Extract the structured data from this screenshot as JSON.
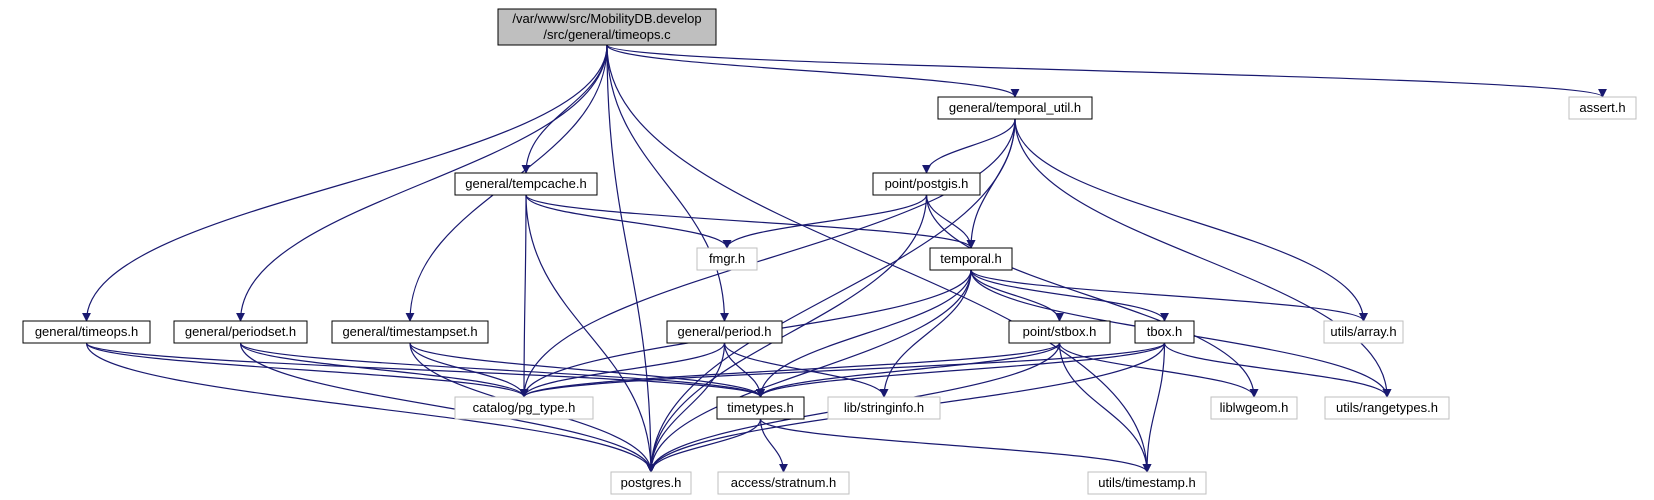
{
  "graph": {
    "nodes": [
      {
        "id": "root",
        "lines": [
          "/var/www/src/MobilityDB.develop",
          "/src/general/timeops.c"
        ],
        "kind": "root"
      },
      {
        "id": "temporal_util",
        "lines": [
          "general/temporal_util.h"
        ],
        "kind": "file"
      },
      {
        "id": "assert",
        "lines": [
          "assert.h"
        ],
        "kind": "external"
      },
      {
        "id": "tempcache",
        "lines": [
          "general/tempcache.h"
        ],
        "kind": "file"
      },
      {
        "id": "postgis",
        "lines": [
          "point/postgis.h"
        ],
        "kind": "file"
      },
      {
        "id": "fmgr",
        "lines": [
          "fmgr.h"
        ],
        "kind": "external"
      },
      {
        "id": "temporal",
        "lines": [
          "temporal.h"
        ],
        "kind": "file"
      },
      {
        "id": "timeops_h",
        "lines": [
          "general/timeops.h"
        ],
        "kind": "file"
      },
      {
        "id": "periodset",
        "lines": [
          "general/periodset.h"
        ],
        "kind": "file"
      },
      {
        "id": "timestampset",
        "lines": [
          "general/timestampset.h"
        ],
        "kind": "file"
      },
      {
        "id": "period",
        "lines": [
          "general/period.h"
        ],
        "kind": "file"
      },
      {
        "id": "stbox",
        "lines": [
          "point/stbox.h"
        ],
        "kind": "file"
      },
      {
        "id": "tbox",
        "lines": [
          "tbox.h"
        ],
        "kind": "file"
      },
      {
        "id": "array",
        "lines": [
          "utils/array.h"
        ],
        "kind": "external"
      },
      {
        "id": "pg_type",
        "lines": [
          "catalog/pg_type.h"
        ],
        "kind": "external"
      },
      {
        "id": "timetypes",
        "lines": [
          "timetypes.h"
        ],
        "kind": "file"
      },
      {
        "id": "stringinfo",
        "lines": [
          "lib/stringinfo.h"
        ],
        "kind": "external"
      },
      {
        "id": "liblwgeom",
        "lines": [
          "liblwgeom.h"
        ],
        "kind": "external"
      },
      {
        "id": "rangetypes",
        "lines": [
          "utils/rangetypes.h"
        ],
        "kind": "external"
      },
      {
        "id": "postgres",
        "lines": [
          "postgres.h"
        ],
        "kind": "external"
      },
      {
        "id": "stratnum",
        "lines": [
          "access/stratnum.h"
        ],
        "kind": "external"
      },
      {
        "id": "timestamp",
        "lines": [
          "utils/timestamp.h"
        ],
        "kind": "external"
      }
    ],
    "edges": [
      [
        "root",
        "temporal_util"
      ],
      [
        "root",
        "assert"
      ],
      [
        "root",
        "tempcache"
      ],
      [
        "root",
        "timeops_h"
      ],
      [
        "root",
        "periodset"
      ],
      [
        "root",
        "timestampset"
      ],
      [
        "root",
        "period"
      ],
      [
        "root",
        "postgres"
      ],
      [
        "root",
        "timestamp"
      ],
      [
        "temporal_util",
        "postgis"
      ],
      [
        "temporal_util",
        "temporal"
      ],
      [
        "temporal_util",
        "array"
      ],
      [
        "temporal_util",
        "rangetypes"
      ],
      [
        "temporal_util",
        "pg_type"
      ],
      [
        "temporal_util",
        "postgres"
      ],
      [
        "tempcache",
        "fmgr"
      ],
      [
        "tempcache",
        "temporal"
      ],
      [
        "tempcache",
        "pg_type"
      ],
      [
        "tempcache",
        "postgres"
      ],
      [
        "postgis",
        "fmgr"
      ],
      [
        "postgis",
        "temporal"
      ],
      [
        "postgis",
        "liblwgeom"
      ],
      [
        "postgis",
        "postgres"
      ],
      [
        "temporal",
        "array"
      ],
      [
        "temporal",
        "rangetypes"
      ],
      [
        "temporal",
        "stbox"
      ],
      [
        "temporal",
        "tbox"
      ],
      [
        "temporal",
        "pg_type"
      ],
      [
        "temporal",
        "timetypes"
      ],
      [
        "temporal",
        "stringinfo"
      ],
      [
        "temporal",
        "postgres"
      ],
      [
        "timeops_h",
        "pg_type"
      ],
      [
        "timeops_h",
        "timetypes"
      ],
      [
        "timeops_h",
        "postgres"
      ],
      [
        "periodset",
        "pg_type"
      ],
      [
        "periodset",
        "timetypes"
      ],
      [
        "periodset",
        "postgres"
      ],
      [
        "timestampset",
        "pg_type"
      ],
      [
        "timestampset",
        "timetypes"
      ],
      [
        "timestampset",
        "postgres"
      ],
      [
        "period",
        "pg_type"
      ],
      [
        "period",
        "timetypes"
      ],
      [
        "period",
        "stringinfo"
      ],
      [
        "period",
        "postgres"
      ],
      [
        "stbox",
        "pg_type"
      ],
      [
        "stbox",
        "timetypes"
      ],
      [
        "stbox",
        "liblwgeom"
      ],
      [
        "stbox",
        "timestamp"
      ],
      [
        "stbox",
        "postgres"
      ],
      [
        "tbox",
        "pg_type"
      ],
      [
        "tbox",
        "timetypes"
      ],
      [
        "tbox",
        "rangetypes"
      ],
      [
        "tbox",
        "timestamp"
      ],
      [
        "tbox",
        "postgres"
      ],
      [
        "timetypes",
        "postgres"
      ],
      [
        "timetypes",
        "stratnum"
      ],
      [
        "timetypes",
        "timestamp"
      ]
    ]
  },
  "colors": {
    "edge": "#191970",
    "root_fill": "#bfbfbf",
    "node_border": "#000000",
    "external_border": "#bfbfbf"
  }
}
